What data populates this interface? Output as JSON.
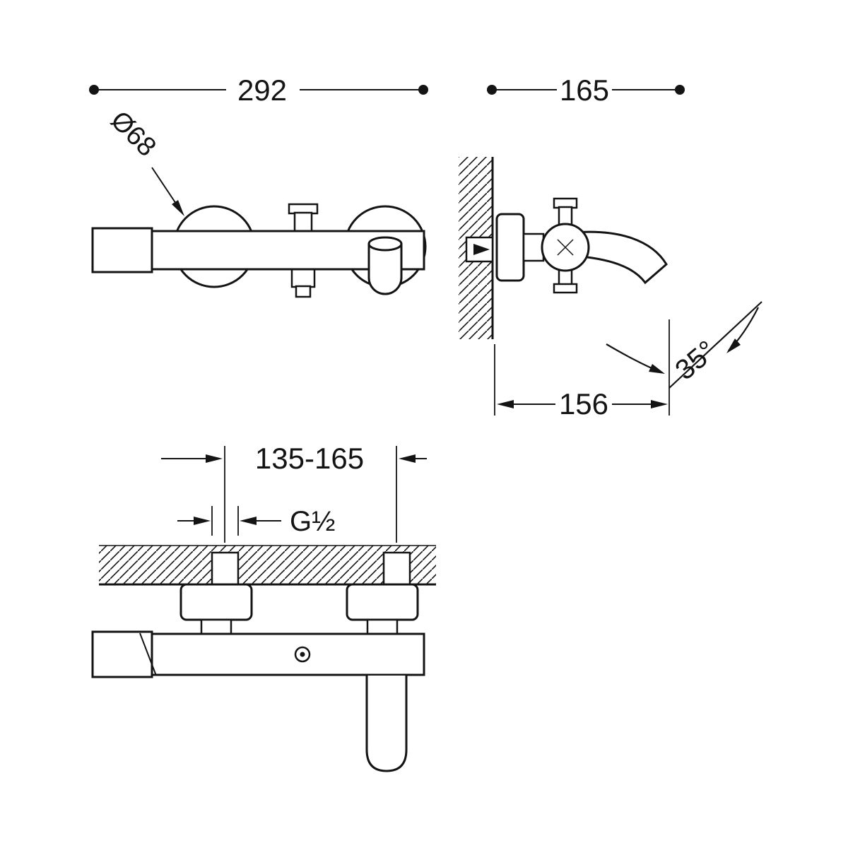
{
  "drawing": {
    "background": "#ffffff",
    "line_color": "#141414",
    "front_view": {
      "overall_width": "292",
      "escutcheon_diameter": "Ø68"
    },
    "side_view": {
      "depth": "165",
      "spout_reach": "156",
      "spout_angle": "35°"
    },
    "plan_view": {
      "inlet_spacing": "135-165",
      "thread_size": "G½"
    }
  }
}
